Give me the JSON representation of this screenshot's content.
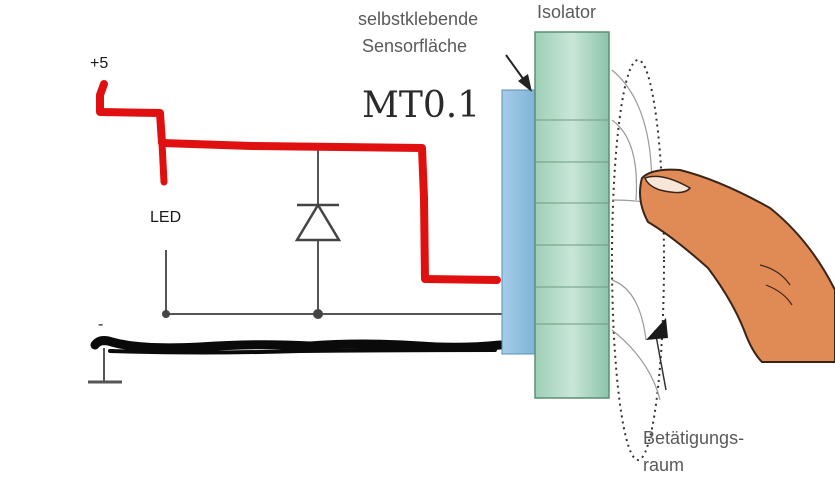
{
  "labels": {
    "plus5": "+5",
    "minus": "-",
    "led": "LED",
    "mt01": "MT0.1",
    "sensor_line1": "selbstklebende",
    "sensor_line2": "Sensorfläche",
    "isolator": "Isolator",
    "betaetigung_line1": "Betätigungs-",
    "betaetigung_line2": "raum"
  },
  "colors": {
    "positive_wire": "#e01010",
    "negative_wire": "#0a0a0a",
    "circuit_line": "#555555",
    "sensor_plate": "#8dbedf",
    "isolator_top": "#cde8dc",
    "isolator_bottom": "#7fbf9f",
    "finger": "#e08a55"
  }
}
